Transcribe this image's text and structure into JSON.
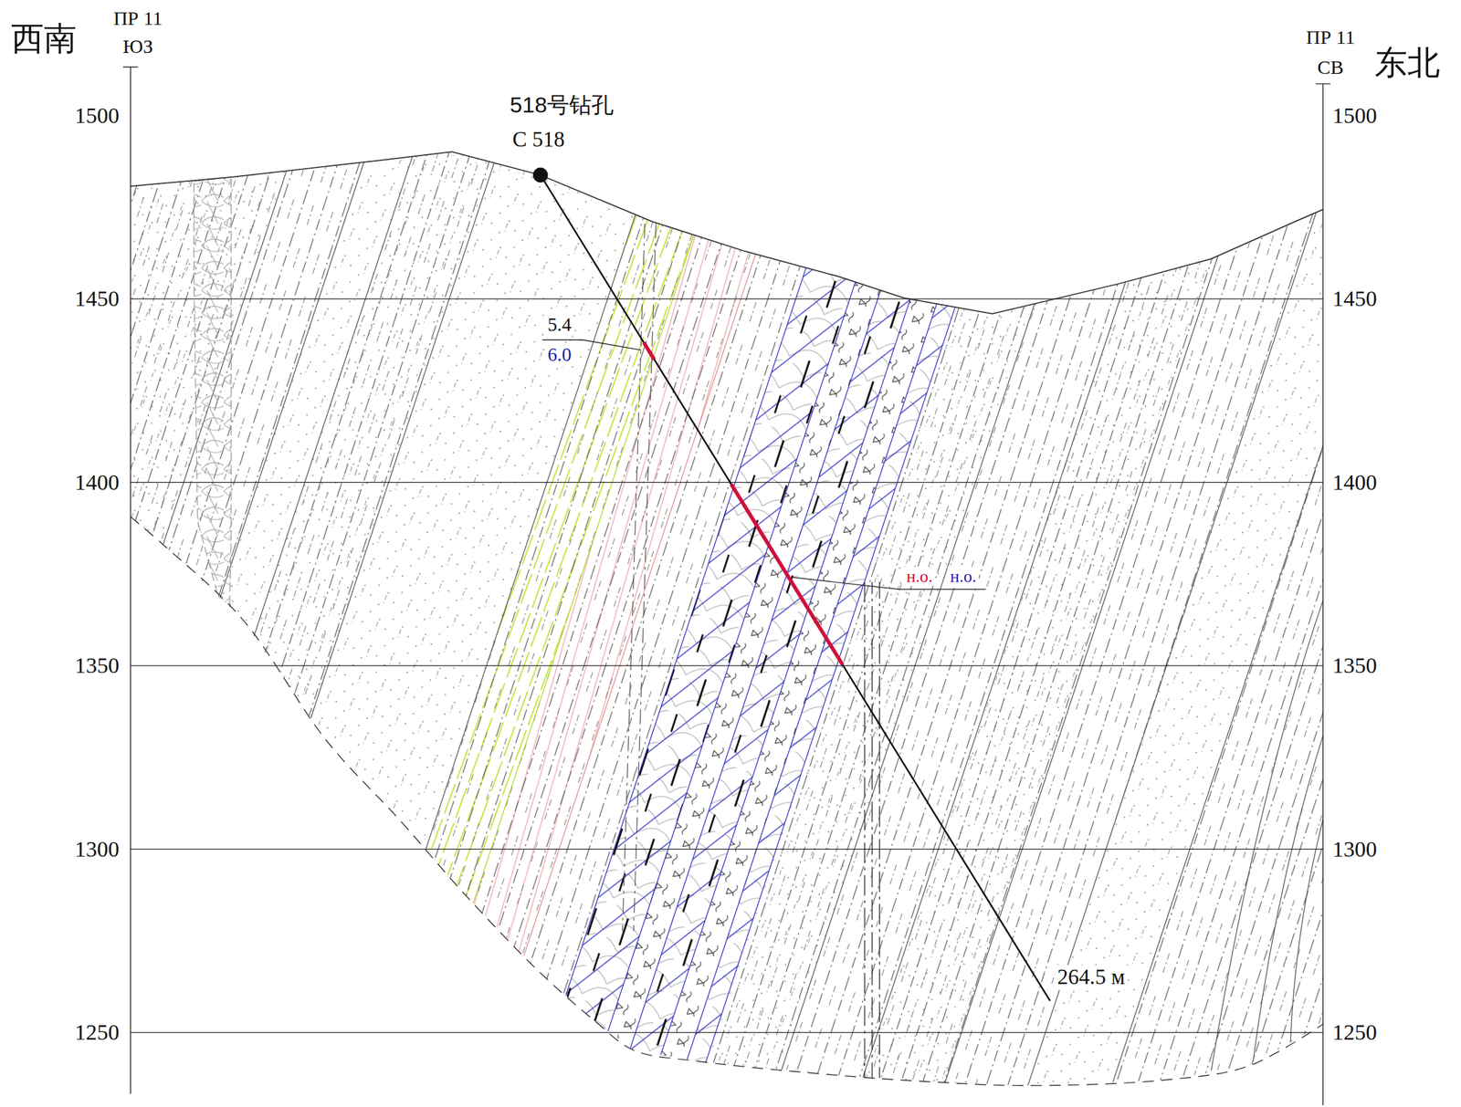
{
  "diagram": {
    "labels": [
      "西南",
      "ПР 11",
      "ЮЗ",
      "ПР 11",
      "СВ",
      "东北",
      "1500",
      "1450",
      "1400",
      "1350",
      "1300",
      "1250",
      "1500",
      "1450",
      "1400",
      "1350",
      "1300",
      "1250",
      "518号钻孔",
      "С 518",
      "5.4",
      "6.0",
      "н.о.",
      "н.о.",
      "264.5 м"
    ]
  }
}
